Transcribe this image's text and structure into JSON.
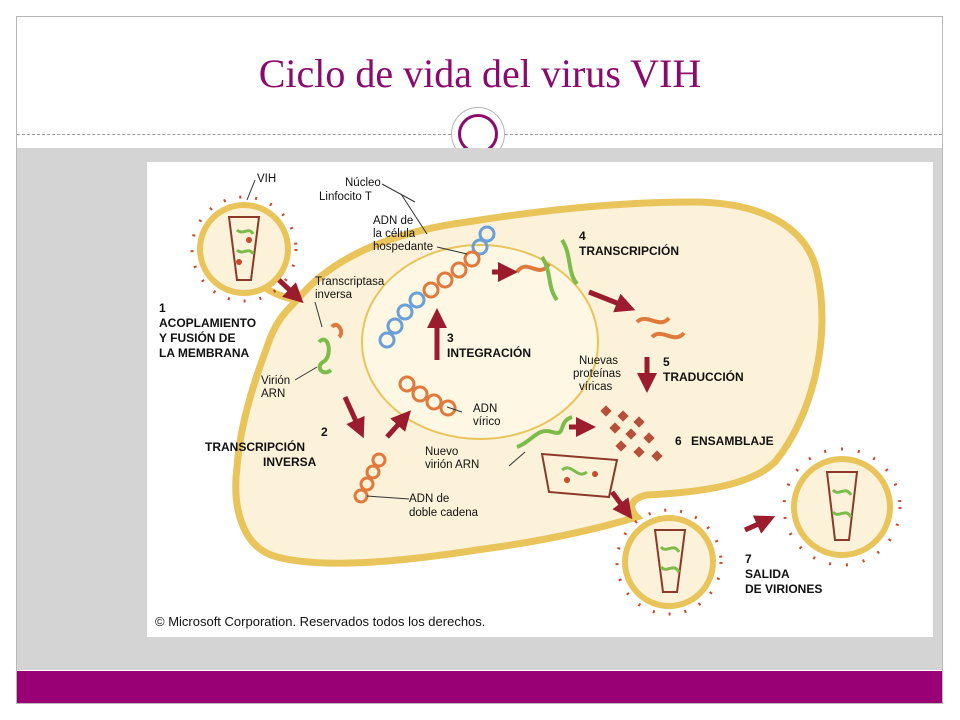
{
  "slide": {
    "title": "Ciclo de vida del virus VIH",
    "colors": {
      "title": "#8b0a6e",
      "bottom_bar": "#990075",
      "content_bg": "#d4d4d4",
      "cell": "#fcf2d9",
      "membrane": "#e8c45a",
      "arrow": "#9b1c2c"
    }
  },
  "figure": {
    "labels": {
      "vih": "VIH",
      "nucleo": "Núcleo",
      "linfocito": "Linfocito T",
      "adn_celula_1": "ADN de",
      "adn_celula_2": "la célula",
      "adn_celula_3": "hospedante",
      "transcriptasa_1": "Transcriptasa",
      "transcriptasa_2": "inversa",
      "virion_arn_1": "Virión",
      "virion_arn_2": "ARN",
      "adn_virico_1": "ADN",
      "adn_virico_2": "vírico",
      "nuevo_virion_1": "Nuevo",
      "nuevo_virion_2": "virión ARN",
      "adn_doble_1": "ADN de",
      "adn_doble_2": "doble cadena",
      "nuevas_proteinas_1": "Nuevas",
      "nuevas_proteinas_2": "proteínas",
      "nuevas_proteinas_3": "víricas",
      "copyright": "© Microsoft Corporation. Reservados todos los derechos."
    },
    "steps": {
      "s1_num": "1",
      "s1_line1": "ACOPLAMIENTO",
      "s1_line2": "Y FUSIÓN DE",
      "s1_line3": "LA MEMBRANA",
      "s2_num": "2",
      "s2_line1": "TRANSCRIPCIÓN",
      "s2_line2": "INVERSA",
      "s3_num": "3",
      "s3_line1": "INTEGRACIÓN",
      "s4_num": "4",
      "s4_line1": "TRANSCRIPCIÓN",
      "s5_num": "5",
      "s5_line1": "TRADUCCIÓN",
      "s6_num": "6",
      "s6_line1": "ENSAMBLAJE",
      "s7_num": "7",
      "s7_line1": "SALIDA",
      "s7_line2": "DE VIRIONES"
    }
  }
}
